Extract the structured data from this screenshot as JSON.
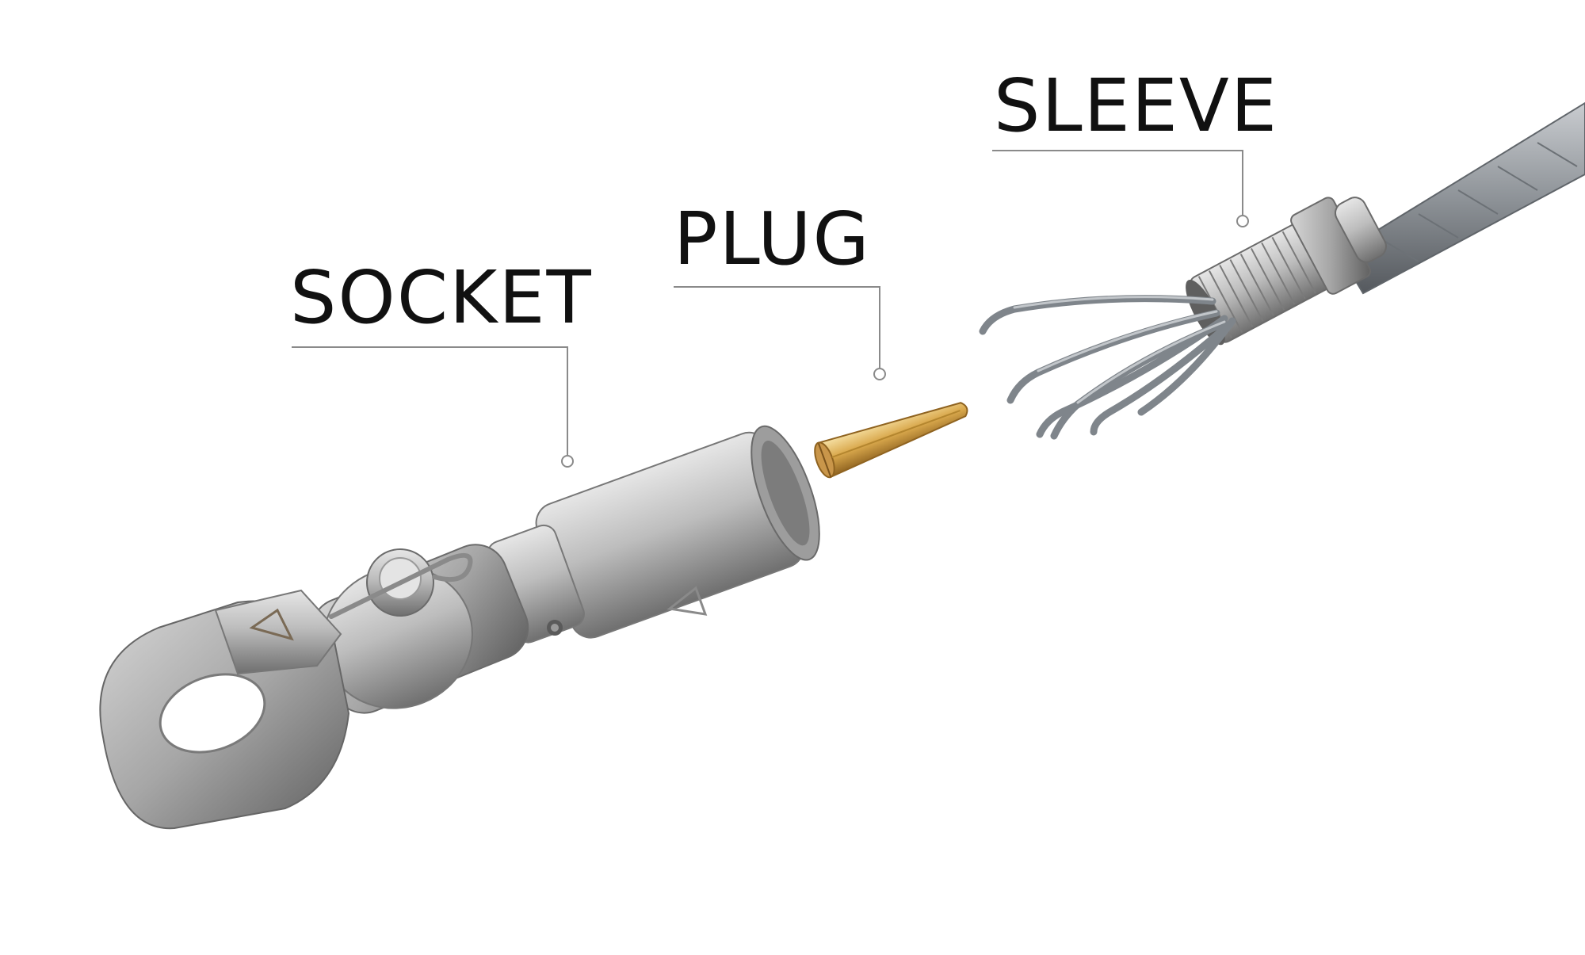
{
  "labels": {
    "socket": "SOCKET",
    "plug": "PLUG",
    "sleeve": "SLEEVE"
  },
  "parts": [
    {
      "name": "socket",
      "material": "stainless-steel"
    },
    {
      "name": "plug",
      "material": "brass"
    },
    {
      "name": "sleeve",
      "material": "stainless-steel"
    }
  ],
  "colors": {
    "background": "#ffffff",
    "text": "#111111",
    "leader": "#8a8a8a",
    "steel_light": "#d9d9d9",
    "steel_mid": "#a9a9a9",
    "steel_dark": "#6e6e6e",
    "brass_light": "#f3d48a",
    "brass_dark": "#a8772a",
    "wire": "#8e9398"
  }
}
